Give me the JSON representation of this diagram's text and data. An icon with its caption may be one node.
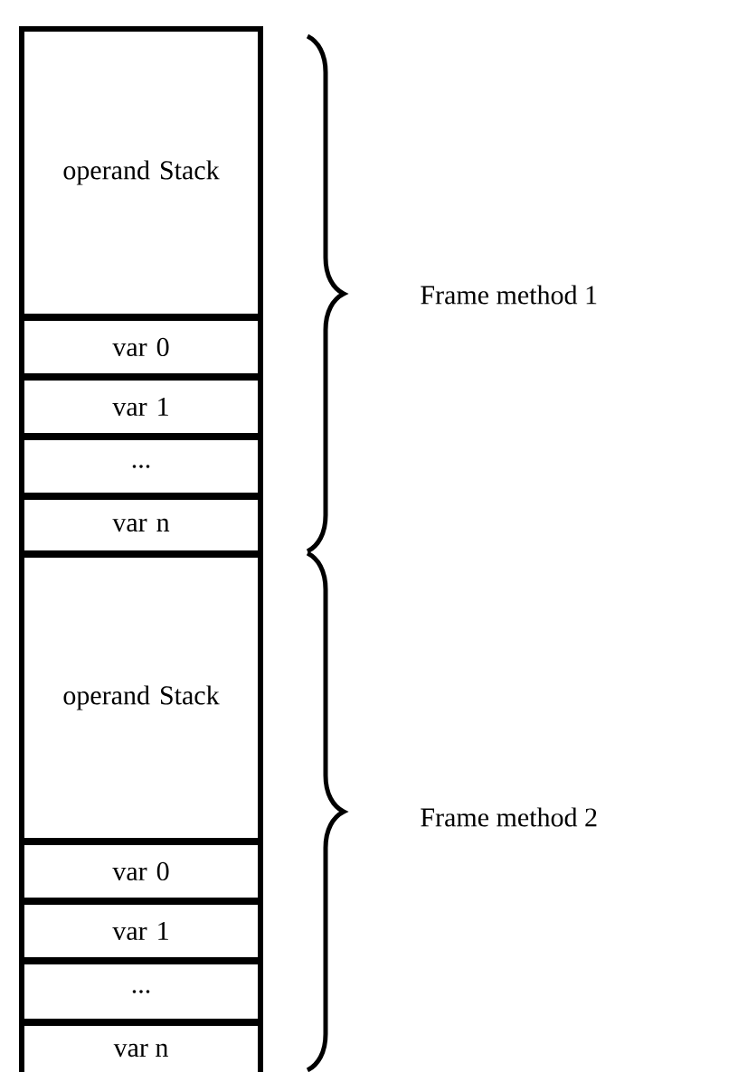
{
  "diagram": {
    "nodes": [
      {
        "text": [
          "operand Stack"
        ]
      },
      {
        "text": [
          "var 0"
        ]
      },
      {
        "text": [
          "var 1"
        ]
      },
      {
        "text": [
          "..."
        ]
      },
      {
        "text": [
          "var n"
        ]
      },
      {
        "text": [
          "operand Stack"
        ]
      },
      {
        "text": [
          "var 0"
        ]
      },
      {
        "text": [
          "var 1"
        ]
      },
      {
        "text": [
          "..."
        ]
      },
      {
        "text": [
          "var n"
        ]
      }
    ],
    "labels": [
      "Frame method 1",
      "Frame method 2"
    ]
  }
}
